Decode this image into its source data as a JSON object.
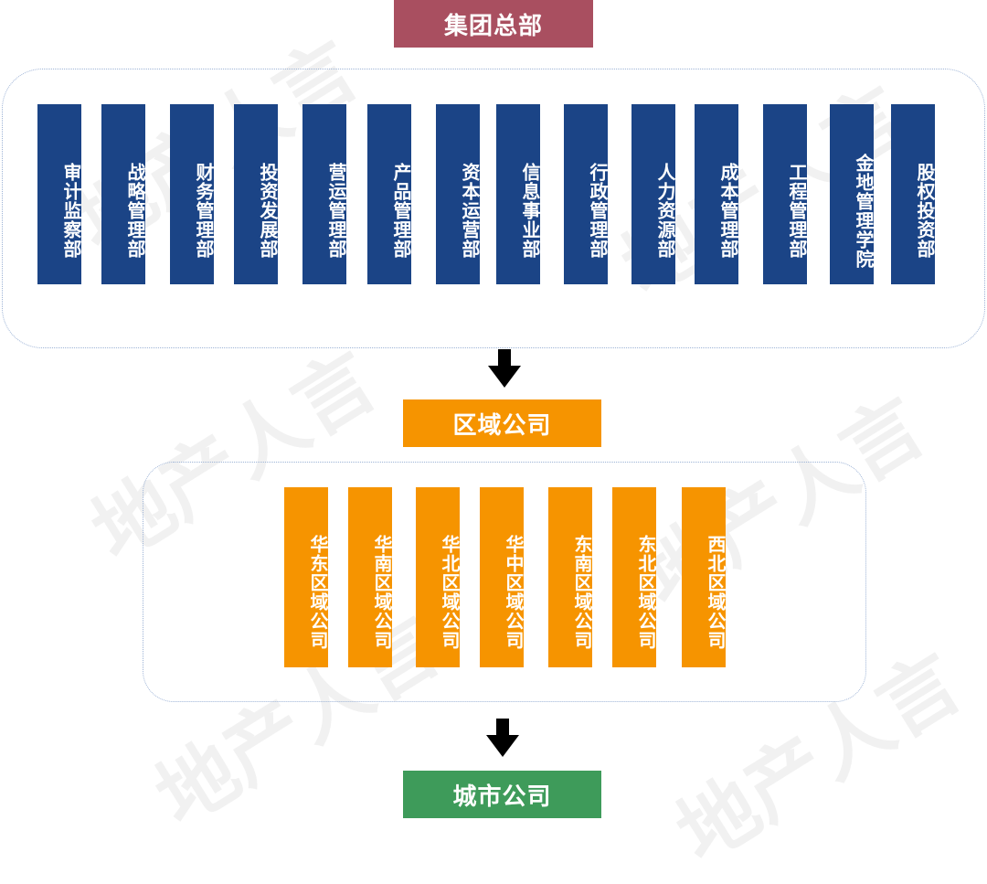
{
  "headquarters": {
    "title": "集团总部",
    "departments": [
      "审计监察部",
      "战略管理部",
      "财务管理部",
      "投资发展部",
      "营运管理部",
      "产品管理部",
      "资本运营部",
      "信息事业部",
      "行政管理部",
      "人力资源部",
      "成本管理部",
      "工程管理部",
      "金地管理学院",
      "股权投资部"
    ]
  },
  "regional": {
    "title": "区域公司",
    "companies": [
      "华东区域公司",
      "华南区域公司",
      "华北区域公司",
      "华中区域公司",
      "东南区域公司",
      "东北区域公司",
      "西北区域公司"
    ]
  },
  "city": {
    "title": "城市公司"
  },
  "watermark": "地产人言",
  "colors": {
    "hq": "#a94f60",
    "department": "#1b4486",
    "regional": "#f69400",
    "city": "#3e9b5a",
    "arrow": "#000000",
    "frame": "#9db3d6"
  },
  "icons": {
    "arrow": "arrow-down-icon"
  }
}
